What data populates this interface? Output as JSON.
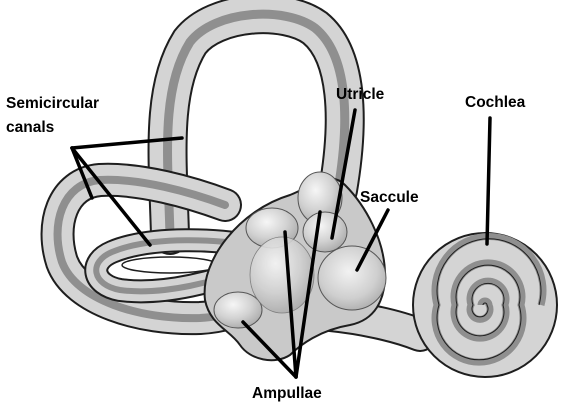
{
  "labels": {
    "semicircular_line1": "Semicircular",
    "semicircular_line2": "canals",
    "utricle": "Utricle",
    "cochlea": "Cochlea",
    "saccule": "Saccule",
    "ampullae": "Ampullae"
  },
  "colors": {
    "outline": "#1e1e1e",
    "outer_fill": "#d4d4d4",
    "inner_band": "#8f8f8f",
    "chamber_fill": "#c9c9c9",
    "chamber_highlight": "#eeeeee",
    "leader_line": "#000000",
    "background": "#ffffff"
  }
}
